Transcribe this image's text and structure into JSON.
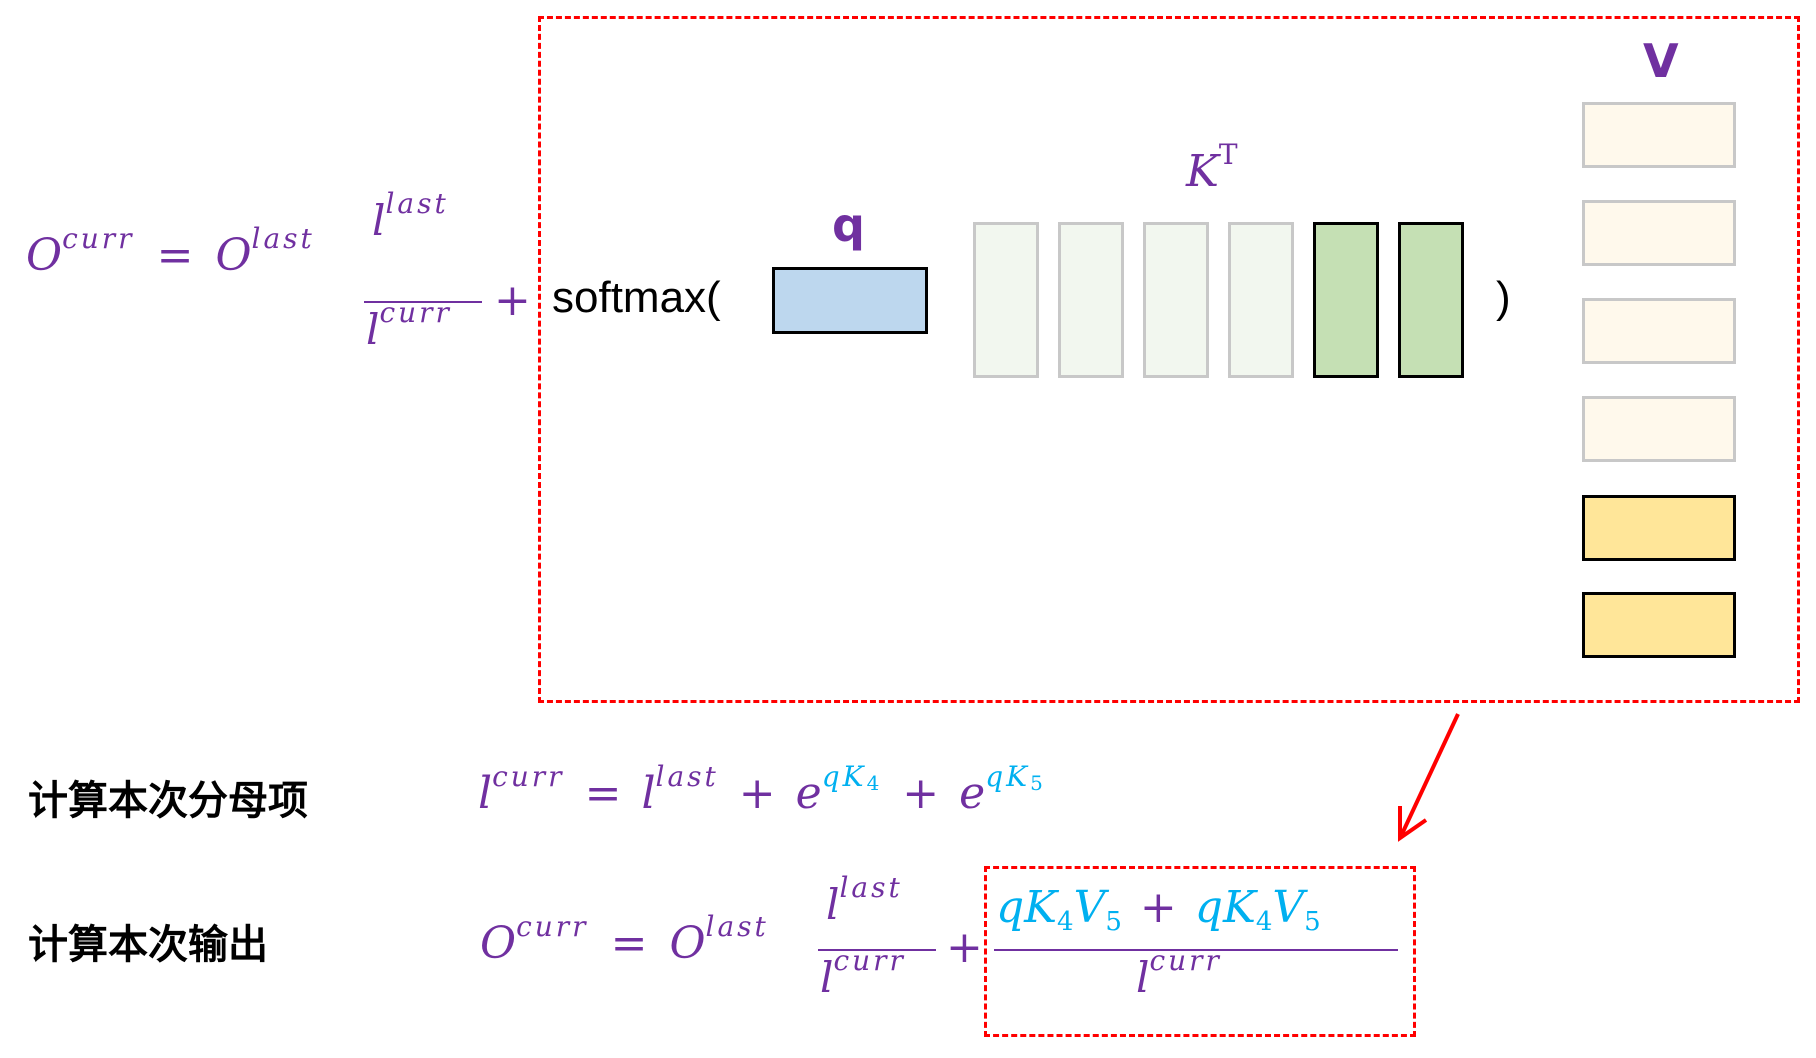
{
  "colors": {
    "purple": "#7030a0",
    "cyan": "#00b0f0",
    "red": "#ff0000",
    "q_fill": "#bdd7ee",
    "k_faded_fill": "#f2f7ef",
    "k_active_fill": "#c5e0b4",
    "v_faded_fill": "#fff9ec",
    "v_active_fill": "#ffe699",
    "faded_border": "#c8c8c8",
    "active_border": "#000000"
  },
  "top_formula": {
    "lhs": "O",
    "lhs_sup": "curr",
    "eq": "=",
    "o": "O",
    "o_sup": "last",
    "num": "l",
    "num_sup": "last",
    "den": "l",
    "den_sup": "curr",
    "plus": "+"
  },
  "attention": {
    "softmax_open": "softmax(",
    "softmax_close": ")",
    "q_label": "q",
    "k_label": "K",
    "k_sup": "T",
    "v_label": "V",
    "k_blocks": [
      "faded",
      "faded",
      "faded",
      "faded",
      "active",
      "active"
    ],
    "v_blocks": [
      "faded",
      "faded",
      "faded",
      "faded",
      "active",
      "active"
    ]
  },
  "rows": {
    "denominator_label": "计算本次分母项",
    "output_label": "计算本次输出"
  },
  "denominator_formula": {
    "l1": "l",
    "l1_sup": "curr",
    "eq": "=",
    "l2": "l",
    "l2_sup": "last",
    "plus1": "+",
    "e1": "e",
    "e1_sup": "qK",
    "e1_sub": "4",
    "plus2": "+",
    "e2": "e",
    "e2_sup": "qK",
    "e2_sub": "5"
  },
  "output_formula": {
    "lhs": "O",
    "lhs_sup": "curr",
    "eq": "=",
    "o": "O",
    "o_sup": "last",
    "num": "l",
    "num_sup": "last",
    "den": "l",
    "den_sup": "curr",
    "plus": "+",
    "hl_num_a": "qK",
    "hl_num_a_sub1": "4",
    "hl_num_a_v": "V",
    "hl_num_a_sub2": "5",
    "hl_plus": "+",
    "hl_num_b": "qK",
    "hl_num_b_sub1": "4",
    "hl_num_b_v": "V",
    "hl_num_b_sub2": "5",
    "hl_den": "l",
    "hl_den_sup": "curr"
  }
}
